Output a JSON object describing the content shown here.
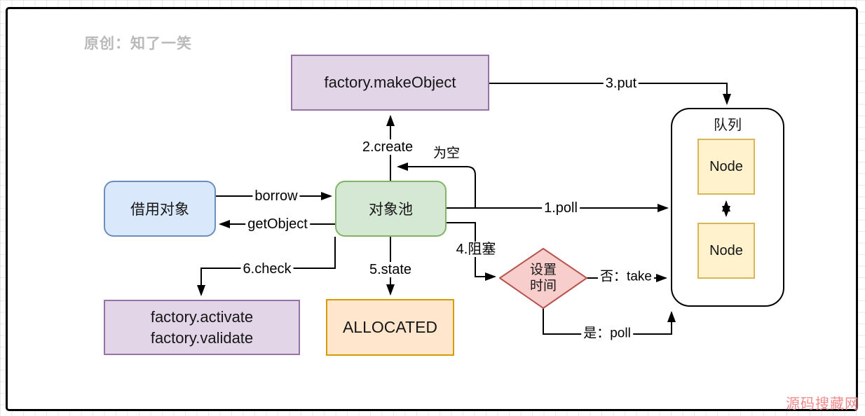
{
  "meta": {
    "author_watermark": "原创：知了一笑",
    "site_watermark": "源码搜藏网"
  },
  "colors": {
    "purple_fill": "#e1d5e7",
    "purple_stroke": "#9673a6",
    "blue_fill": "#dae8fc",
    "blue_stroke": "#6c8ebf",
    "green_fill": "#d5e8d4",
    "green_stroke": "#82b366",
    "yellow_fill": "#fff2cc",
    "yellow_stroke": "#d6b656",
    "orange_fill": "#ffe6cc",
    "orange_stroke": "#d79b00",
    "red_fill": "#f8cecc",
    "red_stroke": "#b85450",
    "line": "#000000"
  },
  "nodes": {
    "factory_make": {
      "label": "factory.makeObject",
      "fill": "#e1d5e7",
      "stroke": "#9673a6"
    },
    "borrow_object": {
      "label": "借用对象",
      "fill": "#dae8fc",
      "stroke": "#6c8ebf"
    },
    "object_pool": {
      "label": "对象池",
      "fill": "#d5e8d4",
      "stroke": "#82b366"
    },
    "factory_check": {
      "line1": "factory.activate",
      "line2": "factory.validate",
      "fill": "#e1d5e7",
      "stroke": "#9673a6"
    },
    "allocated": {
      "label": "ALLOCATED",
      "fill": "#ffe6cc",
      "stroke": "#d79b00"
    },
    "queue": {
      "title": "队列"
    },
    "node_top": {
      "label": "Node",
      "fill": "#fff2cc",
      "stroke": "#d6b656"
    },
    "node_bottom": {
      "label": "Node",
      "fill": "#fff2cc",
      "stroke": "#d6b656"
    },
    "set_time_decision": {
      "line1": "设置",
      "line2": "时间",
      "fill": "#f8cecc",
      "stroke": "#b85450"
    }
  },
  "edge_labels": {
    "borrow": "borrow",
    "get_object": "getObject",
    "create": "2.create",
    "empty": "为空",
    "poll": "1.poll",
    "put": "3.put",
    "block": "4.阻塞",
    "state": "5.state",
    "check": "6.check",
    "no_take": "否：take",
    "yes_poll": "是：poll"
  }
}
